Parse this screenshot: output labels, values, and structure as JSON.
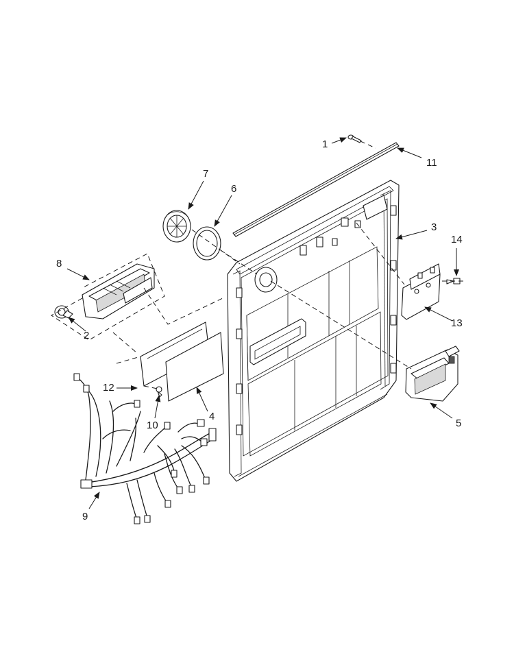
{
  "colors": {
    "line": "#1a1a1a",
    "background": "#ffffff",
    "shade": "#d9d9d9"
  },
  "callouts": [
    {
      "id": "c1",
      "text": "1"
    },
    {
      "id": "c2",
      "text": "2"
    },
    {
      "id": "c3",
      "text": "3"
    },
    {
      "id": "c4",
      "text": "4"
    },
    {
      "id": "c5",
      "text": "5"
    },
    {
      "id": "c6",
      "text": "6"
    },
    {
      "id": "c7",
      "text": "7"
    },
    {
      "id": "c8",
      "text": "8"
    },
    {
      "id": "c9",
      "text": "9"
    },
    {
      "id": "c10",
      "text": "10"
    },
    {
      "id": "c11",
      "text": "11"
    },
    {
      "id": "c12",
      "text": "12"
    },
    {
      "id": "c13",
      "text": "13"
    },
    {
      "id": "c14",
      "text": "14"
    }
  ]
}
